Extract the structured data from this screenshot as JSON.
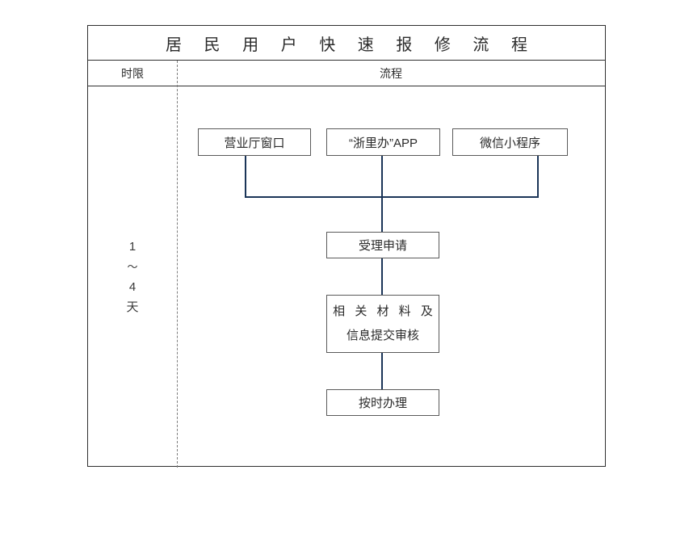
{
  "header": {
    "title": "居 民 用 户 快 速 报 修 流 程",
    "col_time_label": "时限",
    "col_flow_label": "流程"
  },
  "duration": {
    "from": "1",
    "tilde": "～",
    "to": "4",
    "unit": "天"
  },
  "nodes": {
    "hall": "营业厅窗口",
    "app": "“浙里办”APP",
    "wechat": "微信小程序",
    "accept": "受理申请",
    "review_line1": "相 关 材 料 及",
    "review_line2": "信息提交审核",
    "handle": "按时办理"
  },
  "colors": {
    "connector": "#1b3558",
    "border": "#2f2f2f",
    "node_border": "#5a5a5a",
    "divider": "#7d7d7d",
    "text": "#2b2b2b",
    "background": "#ffffff"
  },
  "flow": {
    "sources": [
      "营业厅窗口",
      "“浙里办”APP",
      "微信小程序"
    ],
    "steps": [
      "受理申请",
      "相关材料及信息提交审核",
      "按时办理"
    ]
  }
}
